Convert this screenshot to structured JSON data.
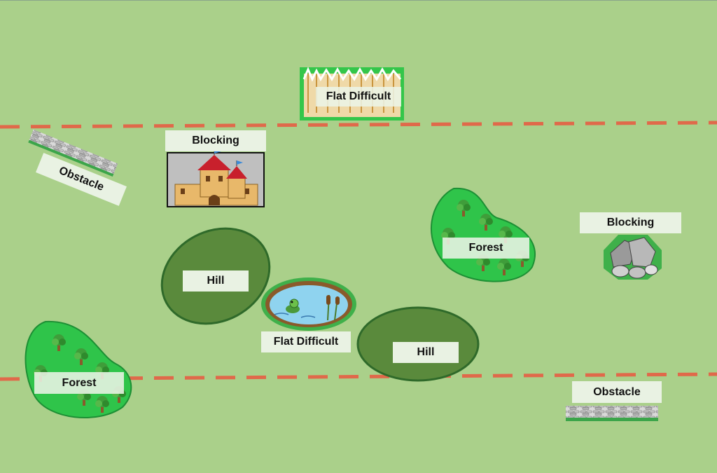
{
  "board": {
    "background": "#aad08a",
    "deployment_line_color": "#e0694a"
  },
  "terrain": {
    "flat_difficult_top": {
      "label": "Flat Difficult",
      "icon": "wheat-field-icon"
    },
    "blocking_castle": {
      "label": "Blocking",
      "icon": "castle-icon"
    },
    "obstacle_left": {
      "label": "Obstacle",
      "icon": "stone-wall-icon"
    },
    "hill_left": {
      "label": "Hill"
    },
    "pond": {
      "label": "Flat Difficult",
      "icon": "pond-frog-icon"
    },
    "hill_center": {
      "label": "Hill"
    },
    "forest_right": {
      "label": "Forest",
      "icon": "trees-icon"
    },
    "blocking_rocks": {
      "label": "Blocking",
      "icon": "boulders-icon"
    },
    "forest_left": {
      "label": "Forest",
      "icon": "trees-icon"
    },
    "obstacle_right": {
      "label": "Obstacle",
      "icon": "stone-wall-icon"
    }
  },
  "colors": {
    "hill_fill": "#5a8a3c",
    "forest_fill": "#2fc44a",
    "water": "#8fd3ef"
  }
}
